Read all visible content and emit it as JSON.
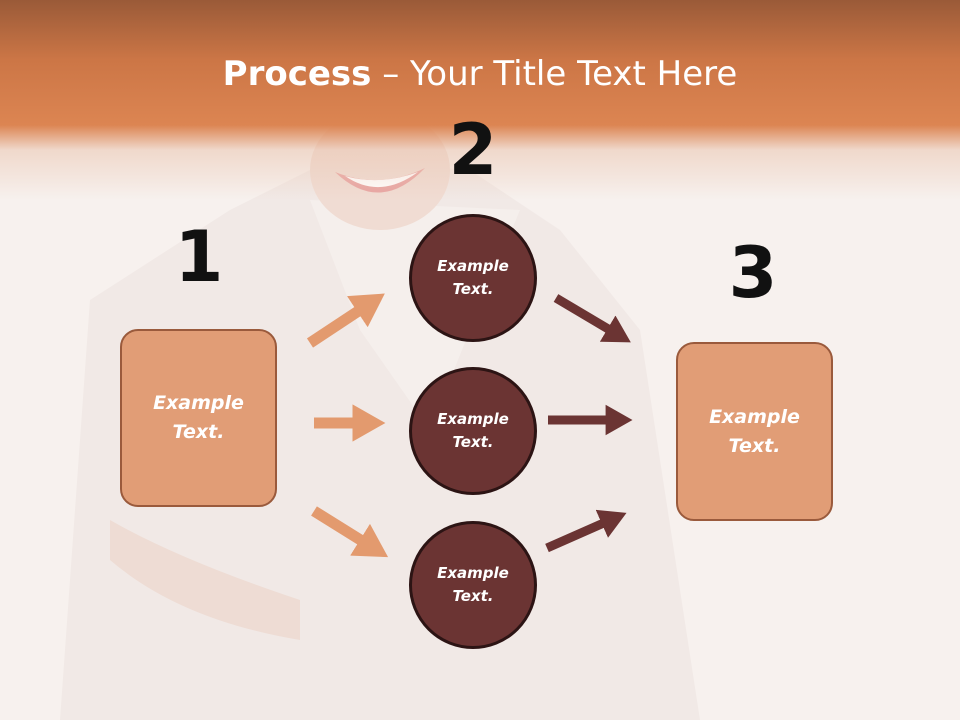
{
  "slide": {
    "title_bold": "Process",
    "title_sep": " – ",
    "title_rest": "Your Title Text Here"
  },
  "steps": [
    {
      "number": "1",
      "label": "Example\nText."
    },
    {
      "number": "2",
      "items": [
        {
          "label": "Example\nText."
        },
        {
          "label": "Example\nText."
        },
        {
          "label": "Example\nText."
        }
      ]
    },
    {
      "number": "3",
      "label": "Example\nText."
    }
  ],
  "colors": {
    "header": "#d67d4b",
    "box_fill": "#e19d76",
    "box_border": "#9a5a3c",
    "circle_fill": "#6b3433",
    "arrow_light": "#e39a6e",
    "arrow_dark": "#6b3433"
  }
}
